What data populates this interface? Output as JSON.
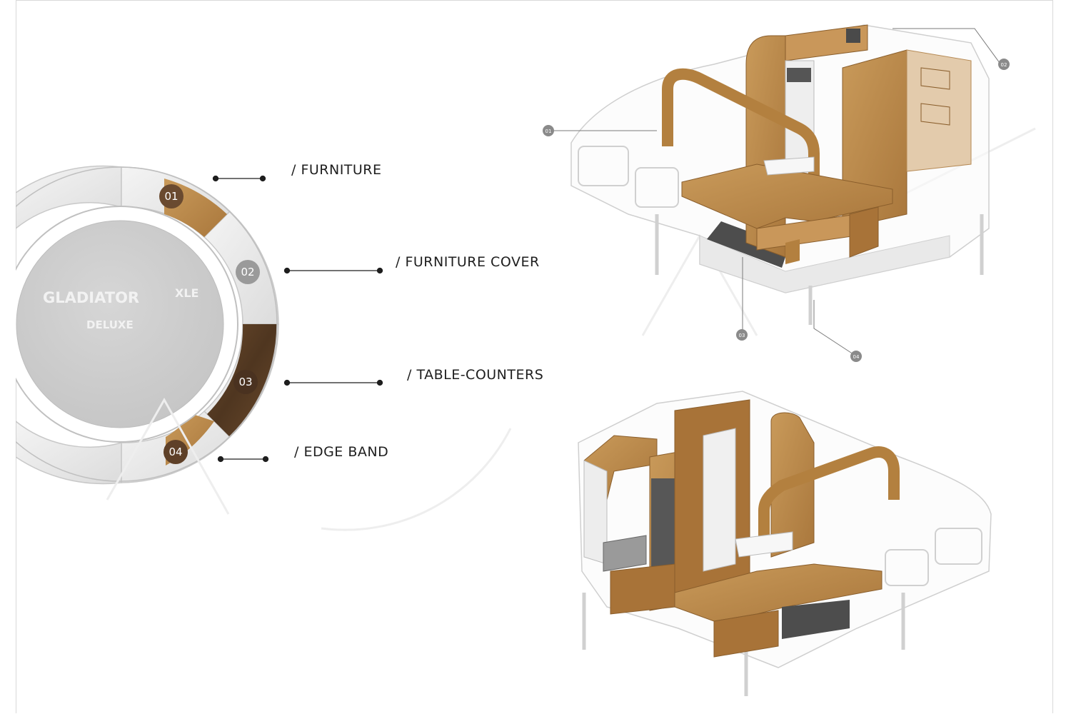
{
  "brand": {
    "name": "GLADIATOR",
    "superscript": "XLE",
    "edition": "DELUXE"
  },
  "legend": [
    {
      "number": "01",
      "label": "/ FURNITURE"
    },
    {
      "number": "02",
      "label": "/ FURNITURE COVER"
    },
    {
      "number": "03",
      "label": "/ TABLE-COUNTERS"
    },
    {
      "number": "04",
      "label": "/ EDGE BAND"
    }
  ],
  "callouts_top_view": [
    "01",
    "02",
    "03",
    "04"
  ],
  "colors": {
    "oak": "#b98545",
    "dark_wood": "#5a3f28",
    "badge_brown": "#6a4a30",
    "badge_grey": "#9a9a9a",
    "ring_grey": "#e6e6e6"
  }
}
